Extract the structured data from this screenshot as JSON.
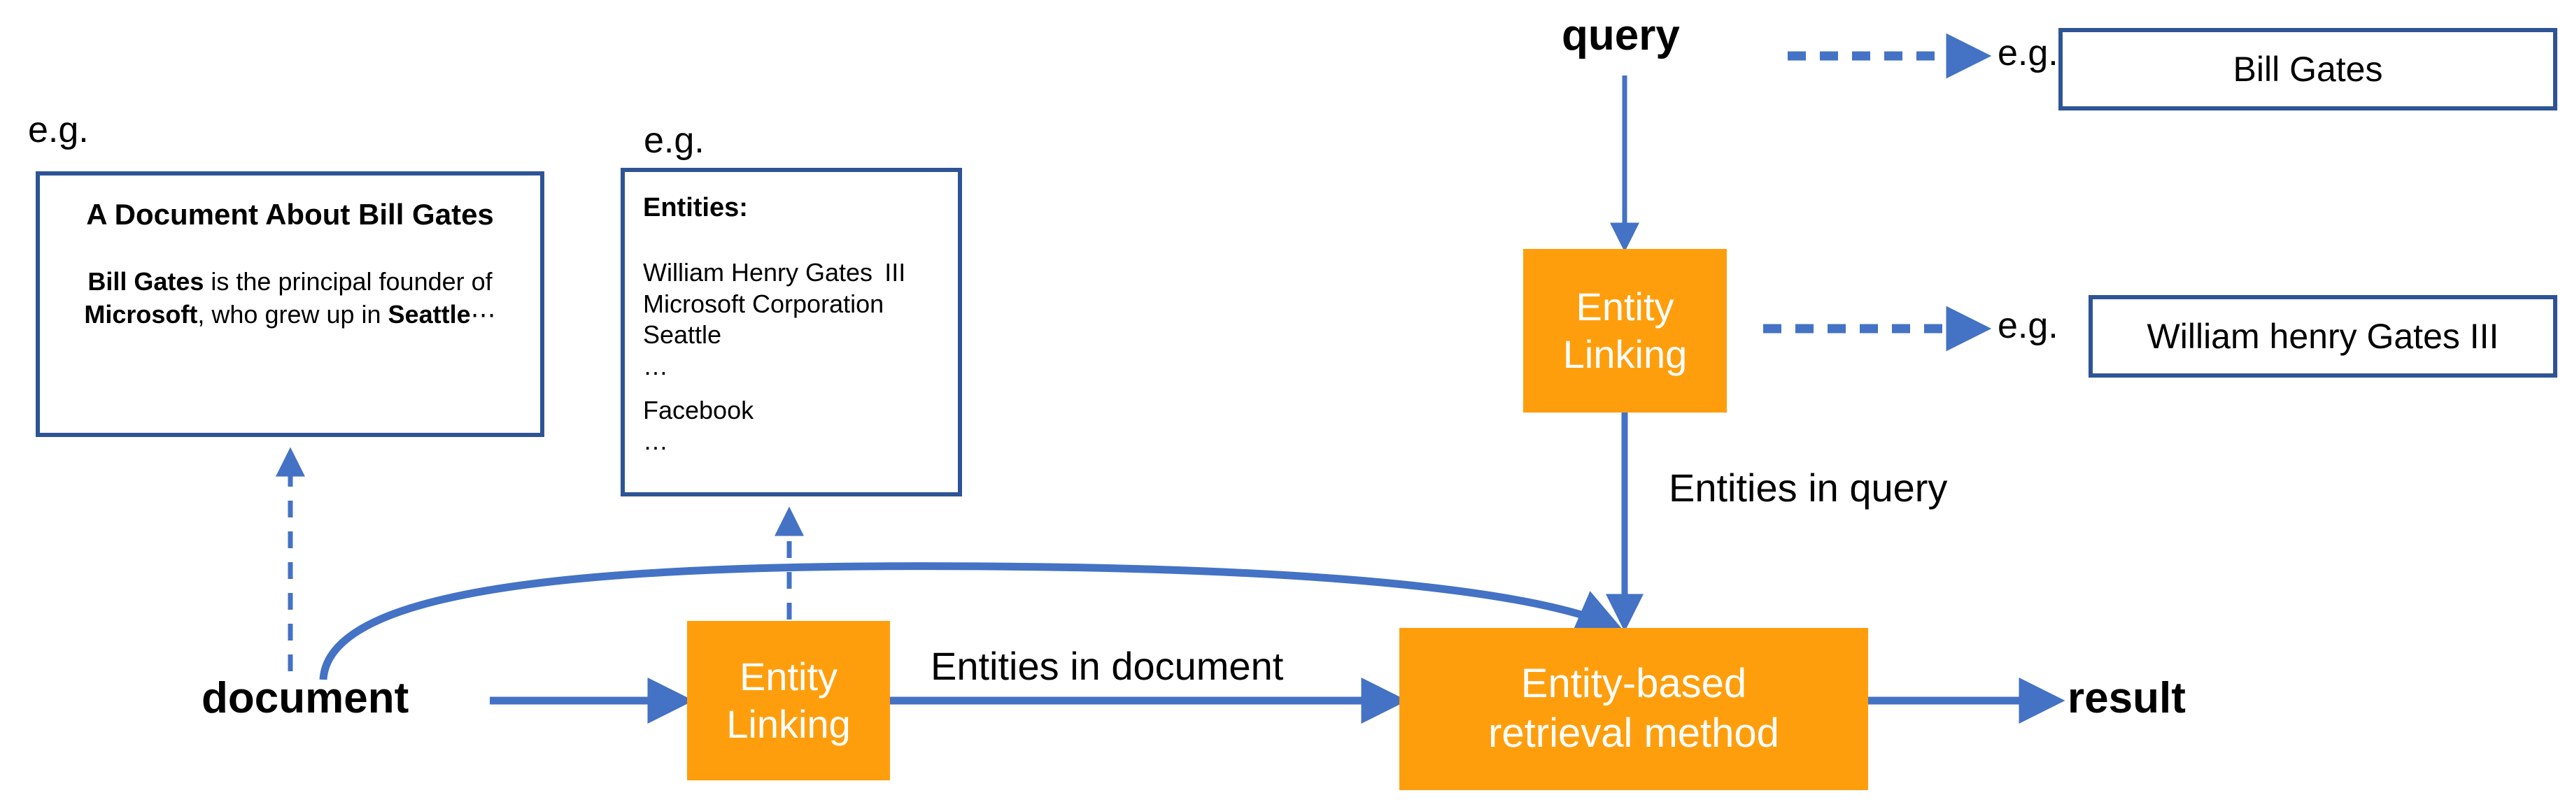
{
  "diagram": {
    "title_absent": true,
    "accent_blue": "#4472C4",
    "border_blue": "#2E5496",
    "process_orange": "#FF9E0D",
    "text_black": "#000000",
    "process_text_white": "#FFFFFF"
  },
  "labels": {
    "eg_document": "e.g.",
    "eg_entities": "e.g.",
    "eg_query": "e.g.",
    "eg_linked": "e.g.",
    "query": "query",
    "document": "document",
    "result": "result",
    "entities_in_query": "Entities in query",
    "entities_in_document": "Entities in document"
  },
  "document_box": {
    "title": "A Document About Bill Gates",
    "body_parts": [
      {
        "text": "Bill Gates",
        "bold": true
      },
      {
        "text": " is the principal founder of ",
        "bold": false
      },
      {
        "text": "Microsoft",
        "bold": true
      },
      {
        "text": ", who grew up in ",
        "bold": false
      },
      {
        "text": "Seattle",
        "bold": true
      },
      {
        "text": "⋯",
        "bold": false
      }
    ]
  },
  "entities_box": {
    "heading": "Entities:",
    "items": [
      "William Henry Gates  III",
      "Microsoft Corporation",
      "Seattle",
      "…",
      "",
      "Facebook",
      "…"
    ]
  },
  "query_example_box": {
    "text": "Bill Gates"
  },
  "linked_example_box": {
    "text": "William henry Gates III"
  },
  "processes": {
    "entity_linking_query": "Entity\nLinking",
    "entity_linking_query_lines": [
      "Entity",
      "Linking"
    ],
    "entity_linking_document_lines": [
      "Entity",
      "Linking"
    ],
    "retrieval_method_lines": [
      "Entity-based",
      "retrieval method"
    ]
  }
}
